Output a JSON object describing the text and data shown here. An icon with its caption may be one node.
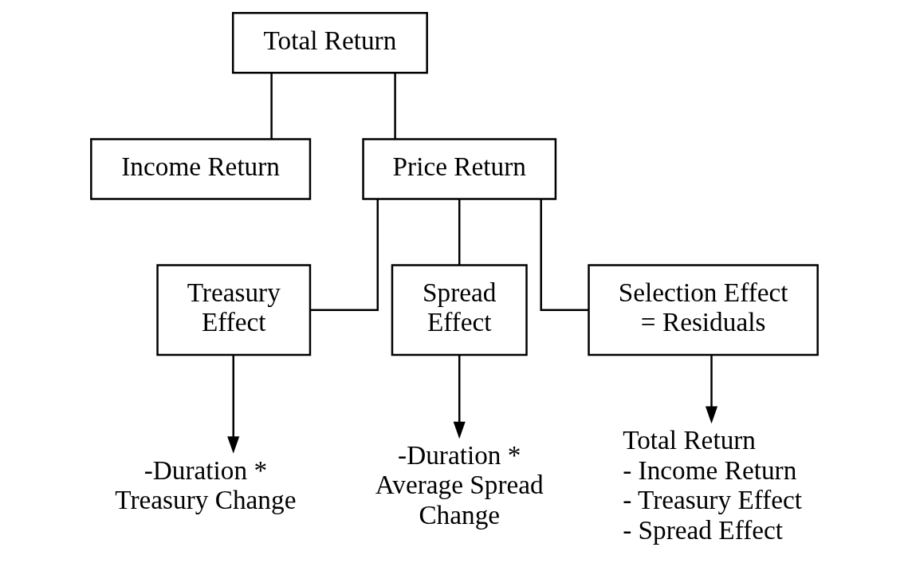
{
  "diagram": {
    "nodes": [
      {
        "text": [
          "Total Return"
        ]
      },
      {
        "text": [
          "Income Return"
        ]
      },
      {
        "text": [
          "Price Return"
        ]
      },
      {
        "text": [
          "Treasury Effect"
        ]
      },
      {
        "text": [
          "Spread Effect"
        ]
      },
      {
        "text": [
          "Selection Effect = Residuals"
        ]
      },
      {
        "text": [
          "-Duration * Treasury Change"
        ]
      },
      {
        "text": [
          "-Duration * Average Spread Change"
        ]
      },
      {
        "text": [
          "Total Return",
          "- Income Return",
          "- Treasury Effect",
          "- Spread Effect"
        ]
      }
    ],
    "edges": [
      {
        "from": 0,
        "to": 1,
        "arrow": "none"
      },
      {
        "from": 0,
        "to": 2,
        "arrow": "none"
      },
      {
        "from": 2,
        "to": 3,
        "arrow": "none"
      },
      {
        "from": 2,
        "to": 4,
        "arrow": "none"
      },
      {
        "from": 2,
        "to": 5,
        "arrow": "none"
      },
      {
        "from": 3,
        "to": 6,
        "arrow": "to"
      },
      {
        "from": 4,
        "to": 7,
        "arrow": "to"
      },
      {
        "from": 5,
        "to": 8,
        "arrow": "to"
      }
    ]
  }
}
